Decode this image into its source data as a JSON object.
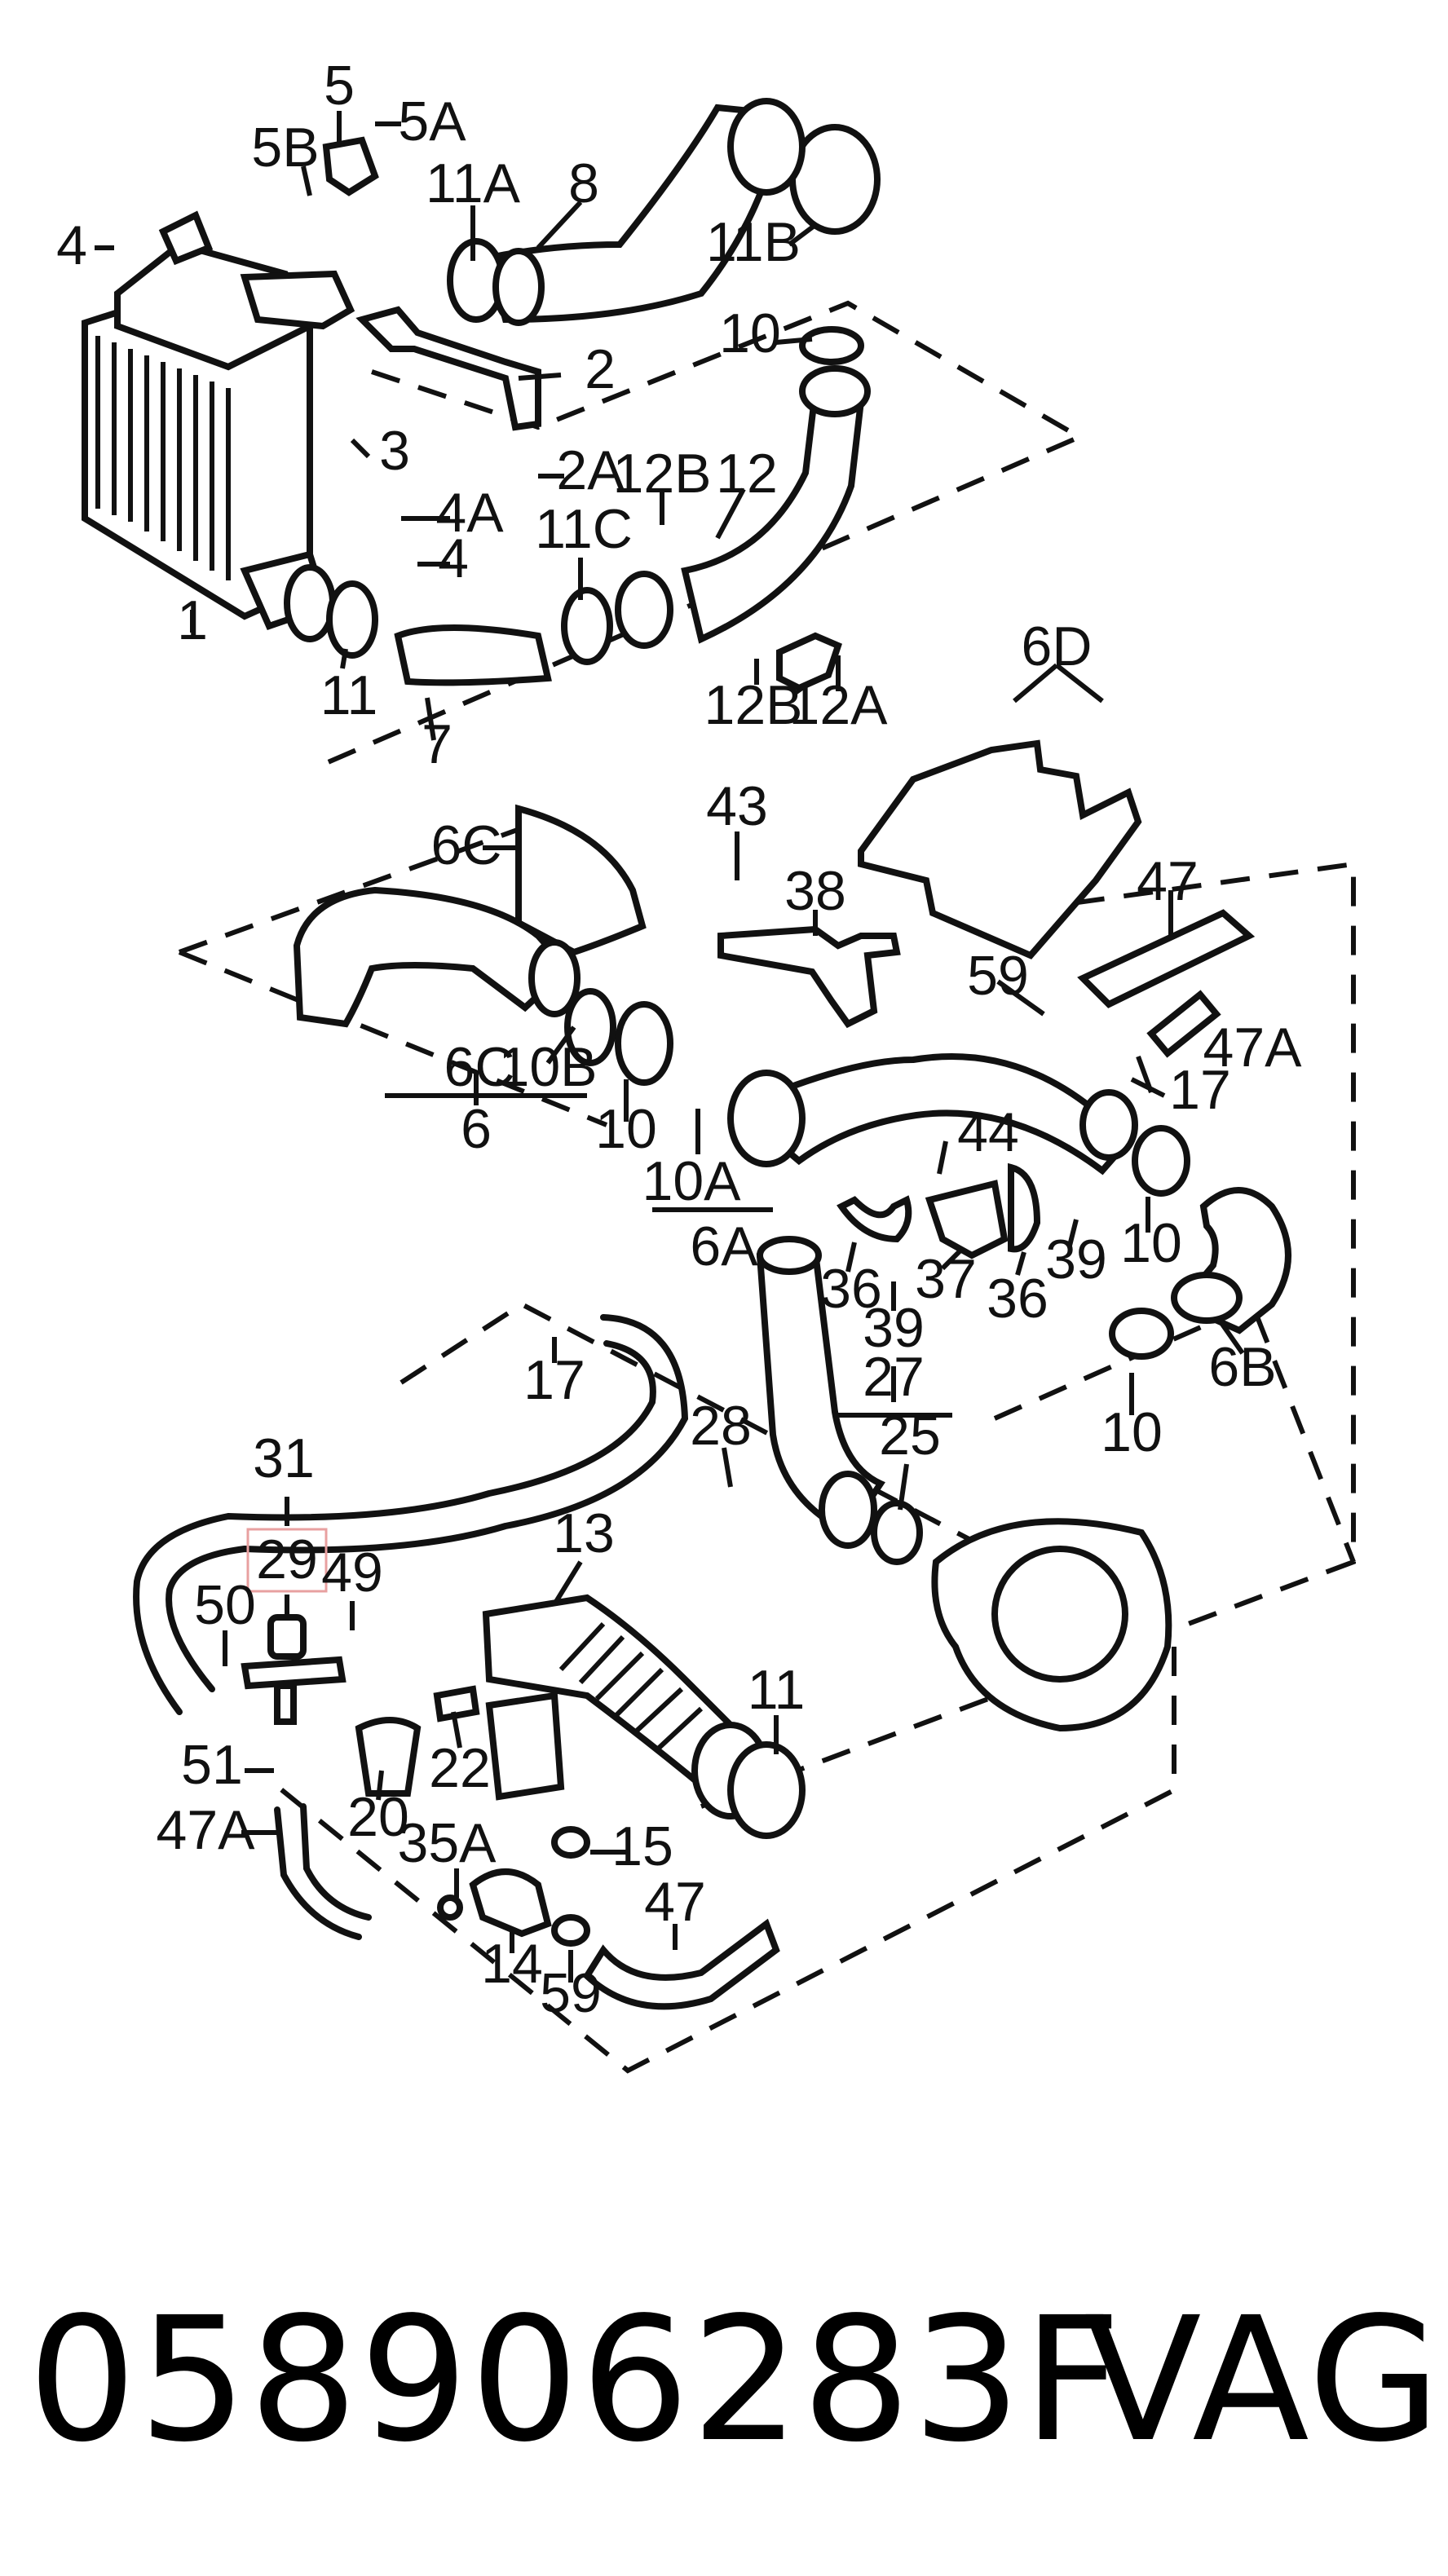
{
  "diagram": {
    "labels": [
      {
        "id": "l5",
        "text": "5"
      },
      {
        "id": "l5a",
        "text": "5A"
      },
      {
        "id": "l5b",
        "text": "5B"
      },
      {
        "id": "l4a",
        "text": "4"
      },
      {
        "id": "l11a",
        "text": "11A"
      },
      {
        "id": "l8",
        "text": "8"
      },
      {
        "id": "l11b",
        "text": "11B"
      },
      {
        "id": "l10a1",
        "text": "10"
      },
      {
        "id": "l2",
        "text": "2"
      },
      {
        "id": "l3",
        "text": "3"
      },
      {
        "id": "l2a",
        "text": "2A"
      },
      {
        "id": "l12b1",
        "text": "12B"
      },
      {
        "id": "l12",
        "text": "12"
      },
      {
        "id": "l4aa",
        "text": "4A"
      },
      {
        "id": "l4b",
        "text": "4"
      },
      {
        "id": "l11c",
        "text": "11C"
      },
      {
        "id": "l1",
        "text": "1"
      },
      {
        "id": "l11_1",
        "text": "11"
      },
      {
        "id": "l7",
        "text": "7"
      },
      {
        "id": "l12b2",
        "text": "12B"
      },
      {
        "id": "l12a",
        "text": "12A"
      },
      {
        "id": "l6d",
        "text": "6D"
      },
      {
        "id": "l43",
        "text": "43"
      },
      {
        "id": "l6c1",
        "text": "6C"
      },
      {
        "id": "l38",
        "text": "38"
      },
      {
        "id": "l47_1",
        "text": "47"
      },
      {
        "id": "l59_1",
        "text": "59"
      },
      {
        "id": "l47a_1",
        "text": "47A"
      },
      {
        "id": "l17_1",
        "text": "17"
      },
      {
        "id": "l6c2",
        "text": "6C"
      },
      {
        "id": "l10b",
        "text": "10B"
      },
      {
        "id": "l6",
        "text": "6"
      },
      {
        "id": "l10_2",
        "text": "10"
      },
      {
        "id": "l10a2",
        "text": "10A"
      },
      {
        "id": "l44",
        "text": "44"
      },
      {
        "id": "l6a",
        "text": "6A"
      },
      {
        "id": "l36_1",
        "text": "36"
      },
      {
        "id": "l37",
        "text": "37"
      },
      {
        "id": "l36_2",
        "text": "36"
      },
      {
        "id": "l39_1",
        "text": "39"
      },
      {
        "id": "l10_3",
        "text": "10"
      },
      {
        "id": "l39_2",
        "text": "39"
      },
      {
        "id": "l6b",
        "text": "6B"
      },
      {
        "id": "l17_2",
        "text": "17"
      },
      {
        "id": "l27",
        "text": "27"
      },
      {
        "id": "l28",
        "text": "28"
      },
      {
        "id": "l25",
        "text": "25"
      },
      {
        "id": "l10_4",
        "text": "10"
      },
      {
        "id": "l31",
        "text": "31"
      },
      {
        "id": "l29",
        "text": "29"
      },
      {
        "id": "l49",
        "text": "49"
      },
      {
        "id": "l13",
        "text": "13"
      },
      {
        "id": "l50",
        "text": "50"
      },
      {
        "id": "l11_2",
        "text": "11"
      },
      {
        "id": "l22",
        "text": "22"
      },
      {
        "id": "l51",
        "text": "51"
      },
      {
        "id": "l20",
        "text": "20"
      },
      {
        "id": "l47a_2",
        "text": "47A"
      },
      {
        "id": "l35a",
        "text": "35A"
      },
      {
        "id": "l15",
        "text": "15"
      },
      {
        "id": "l47_2",
        "text": "47"
      },
      {
        "id": "l14",
        "text": "14"
      },
      {
        "id": "l59_2",
        "text": "59"
      }
    ],
    "highlight_color": "#e8a0a0"
  },
  "footer": {
    "part_number": "058906283F",
    "brand": "VAG"
  }
}
